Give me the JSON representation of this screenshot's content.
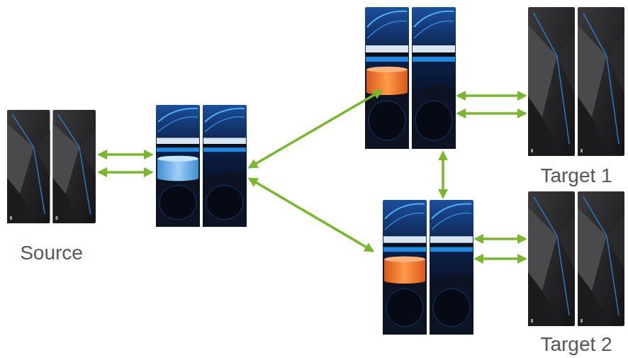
{
  "diagram": {
    "nodes": [
      {
        "text": [
          "Source"
        ]
      },
      {
        "text": [
          "Target 1"
        ]
      },
      {
        "text": [
          "Target 2"
        ]
      }
    ]
  }
}
